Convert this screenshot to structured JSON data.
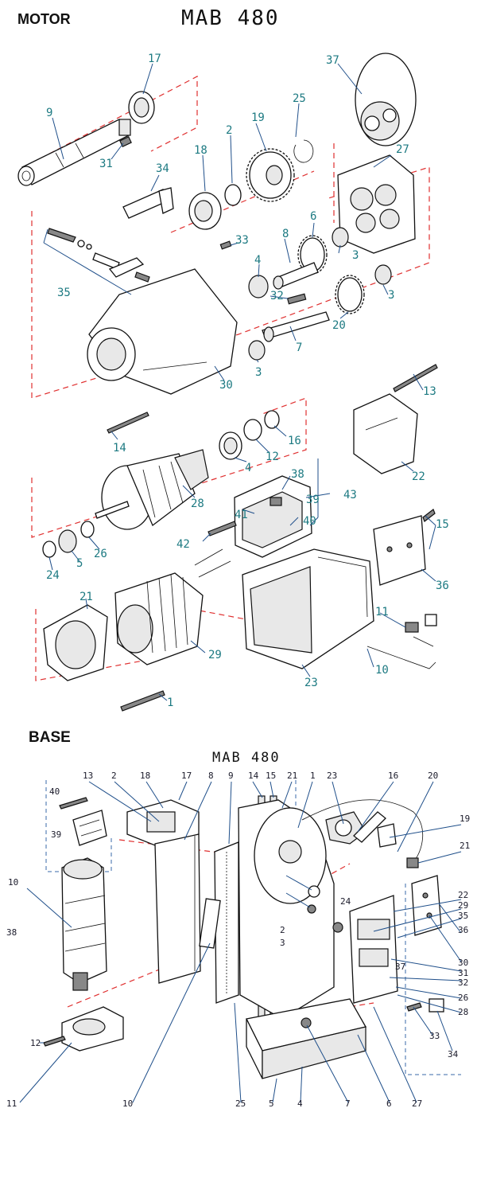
{
  "motor": {
    "section_label": "MOTOR",
    "title": "MAB 480",
    "callouts": [
      {
        "id": "c17",
        "text": "17"
      },
      {
        "id": "c37",
        "text": "37"
      },
      {
        "id": "c9",
        "text": "9"
      },
      {
        "id": "c25",
        "text": "25"
      },
      {
        "id": "c2",
        "text": "2"
      },
      {
        "id": "c19",
        "text": "19"
      },
      {
        "id": "c18",
        "text": "18"
      },
      {
        "id": "c27",
        "text": "27"
      },
      {
        "id": "c31",
        "text": "31"
      },
      {
        "id": "c34",
        "text": "34"
      },
      {
        "id": "c6",
        "text": "6"
      },
      {
        "id": "c8",
        "text": "8"
      },
      {
        "id": "c33",
        "text": "33"
      },
      {
        "id": "c3a",
        "text": "3"
      },
      {
        "id": "c4a",
        "text": "4"
      },
      {
        "id": "c35",
        "text": "35"
      },
      {
        "id": "c32",
        "text": "32"
      },
      {
        "id": "c3b",
        "text": "3"
      },
      {
        "id": "c20",
        "text": "20"
      },
      {
        "id": "c7",
        "text": "7"
      },
      {
        "id": "c3c",
        "text": "3"
      },
      {
        "id": "c30",
        "text": "30"
      },
      {
        "id": "c13",
        "text": "13"
      },
      {
        "id": "c14",
        "text": "14"
      },
      {
        "id": "c16",
        "text": "16"
      },
      {
        "id": "c22",
        "text": "22"
      },
      {
        "id": "c4b",
        "text": "4"
      },
      {
        "id": "c12",
        "text": "12"
      },
      {
        "id": "c38",
        "text": "38"
      },
      {
        "id": "c39",
        "text": "39"
      },
      {
        "id": "c43",
        "text": "43"
      },
      {
        "id": "c28",
        "text": "28"
      },
      {
        "id": "c41",
        "text": "41"
      },
      {
        "id": "c40",
        "text": "40"
      },
      {
        "id": "c42",
        "text": "42"
      },
      {
        "id": "c15",
        "text": "15"
      },
      {
        "id": "c5",
        "text": "5"
      },
      {
        "id": "c26",
        "text": "26"
      },
      {
        "id": "c24",
        "text": "24"
      },
      {
        "id": "c36",
        "text": "36"
      },
      {
        "id": "c21",
        "text": "21"
      },
      {
        "id": "c11",
        "text": "11"
      },
      {
        "id": "c29",
        "text": "29"
      },
      {
        "id": "c10",
        "text": "10"
      },
      {
        "id": "c23",
        "text": "23"
      },
      {
        "id": "c1",
        "text": "1"
      }
    ]
  },
  "base": {
    "section_label": "BASE",
    "title": "MAB 480",
    "callouts": [
      {
        "id": "b13",
        "text": "13"
      },
      {
        "id": "b2t",
        "text": "2"
      },
      {
        "id": "b18",
        "text": "18"
      },
      {
        "id": "b17",
        "text": "17"
      },
      {
        "id": "b8",
        "text": "8"
      },
      {
        "id": "b9",
        "text": "9"
      },
      {
        "id": "b14",
        "text": "14"
      },
      {
        "id": "b15",
        "text": "15"
      },
      {
        "id": "b21t",
        "text": "21"
      },
      {
        "id": "b1",
        "text": "1"
      },
      {
        "id": "b23",
        "text": "23"
      },
      {
        "id": "b16",
        "text": "16"
      },
      {
        "id": "b20",
        "text": "20"
      },
      {
        "id": "b40",
        "text": "40"
      },
      {
        "id": "b19",
        "text": "19"
      },
      {
        "id": "b39",
        "text": "39"
      },
      {
        "id": "b21r",
        "text": "21"
      },
      {
        "id": "b10t",
        "text": "10"
      },
      {
        "id": "b22",
        "text": "22"
      },
      {
        "id": "b29",
        "text": "29"
      },
      {
        "id": "b35",
        "text": "35"
      },
      {
        "id": "b24",
        "text": "24"
      },
      {
        "id": "b36",
        "text": "36"
      },
      {
        "id": "b38",
        "text": "38"
      },
      {
        "id": "b2m",
        "text": "2"
      },
      {
        "id": "b3m",
        "text": "3"
      },
      {
        "id": "b37",
        "text": "37"
      },
      {
        "id": "b30",
        "text": "30"
      },
      {
        "id": "b31",
        "text": "31"
      },
      {
        "id": "b32",
        "text": "32"
      },
      {
        "id": "b26",
        "text": "26"
      },
      {
        "id": "b28",
        "text": "28"
      },
      {
        "id": "b12",
        "text": "12"
      },
      {
        "id": "b33",
        "text": "33"
      },
      {
        "id": "b34",
        "text": "34"
      },
      {
        "id": "b11",
        "text": "11"
      },
      {
        "id": "b10b",
        "text": "10"
      },
      {
        "id": "b25",
        "text": "25"
      },
      {
        "id": "b5",
        "text": "5"
      },
      {
        "id": "b4",
        "text": "4"
      },
      {
        "id": "b7",
        "text": "7"
      },
      {
        "id": "b6",
        "text": "6"
      },
      {
        "id": "b27",
        "text": "27"
      }
    ]
  }
}
